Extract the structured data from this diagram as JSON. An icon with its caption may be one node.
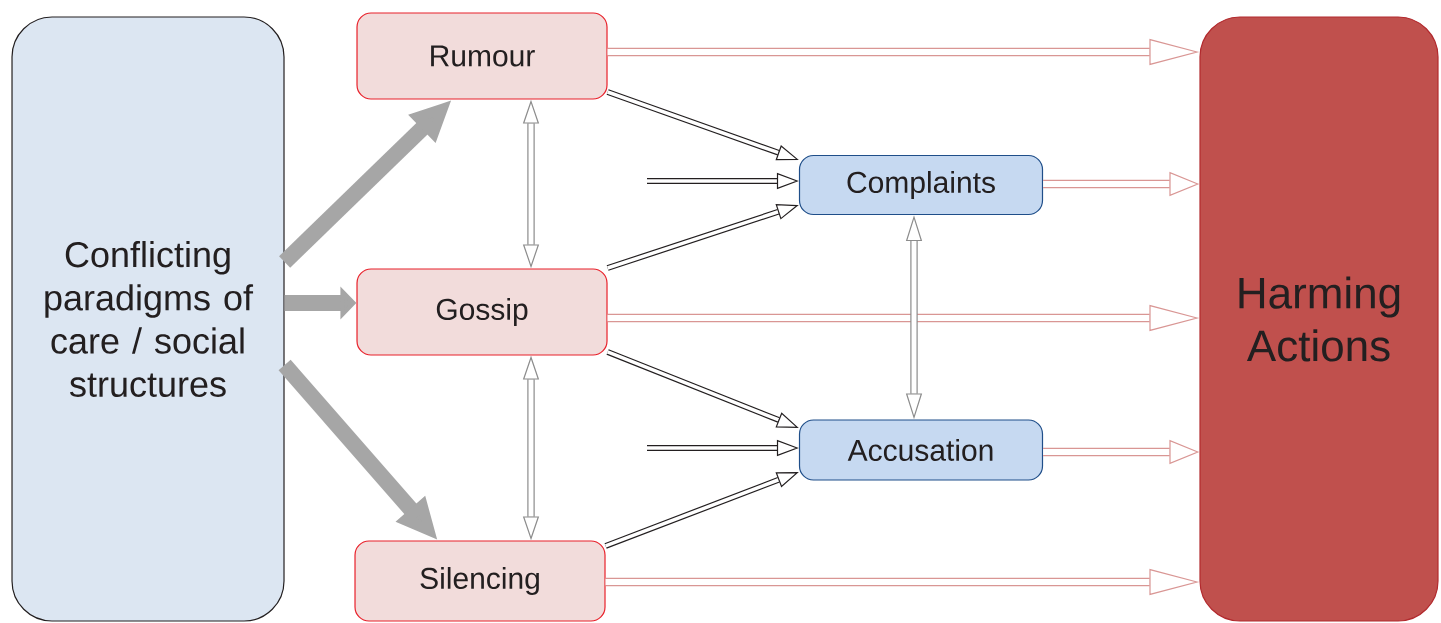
{
  "diagram": {
    "nodes": [
      {
        "text": [
          "Conflicting paradigms of care / social structures"
        ]
      },
      {
        "text": [
          "Rumour"
        ]
      },
      {
        "text": [
          "Gossip"
        ]
      },
      {
        "text": [
          "Silencing"
        ]
      },
      {
        "text": [
          "Complaints"
        ]
      },
      {
        "text": [
          "Accusation"
        ]
      },
      {
        "text": [
          "Harming Actions"
        ]
      }
    ],
    "edges": [
      {
        "from": 0,
        "to": 1,
        "arrow": "to",
        "style": "thick",
        "color": "#a6a6a6"
      },
      {
        "from": 0,
        "to": 2,
        "arrow": "to",
        "style": "thick",
        "color": "#a6a6a6"
      },
      {
        "from": 0,
        "to": 3,
        "arrow": "to",
        "style": "thick",
        "color": "#a6a6a6"
      },
      {
        "from": 1,
        "to": 2,
        "arrow": "both",
        "color": "#8c8c8c"
      },
      {
        "from": 2,
        "to": 3,
        "arrow": "both",
        "color": "#8c8c8c"
      },
      {
        "from": 1,
        "to": 4,
        "arrow": "to",
        "color": "#231f20"
      },
      {
        "from": null,
        "to": 4,
        "arrow": "to",
        "color": "#231f20"
      },
      {
        "from": 2,
        "to": 4,
        "arrow": "to",
        "color": "#231f20"
      },
      {
        "from": 2,
        "to": 5,
        "arrow": "to",
        "color": "#231f20"
      },
      {
        "from": null,
        "to": 5,
        "arrow": "to",
        "color": "#231f20"
      },
      {
        "from": 3,
        "to": 5,
        "arrow": "to",
        "color": "#231f20"
      },
      {
        "from": 1,
        "to": 6,
        "arrow": "to",
        "color": "#d99694"
      },
      {
        "from": 2,
        "to": 6,
        "arrow": "to",
        "color": "#d99694"
      },
      {
        "from": 3,
        "to": 6,
        "arrow": "to",
        "color": "#d99694"
      },
      {
        "from": 4,
        "to": 6,
        "arrow": "to",
        "color": "#d99694"
      },
      {
        "from": 5,
        "to": 6,
        "arrow": "to",
        "color": "#d99694"
      },
      {
        "from": 4,
        "to": 5,
        "arrow": "both",
        "color": "#8c8c8c"
      }
    ]
  }
}
